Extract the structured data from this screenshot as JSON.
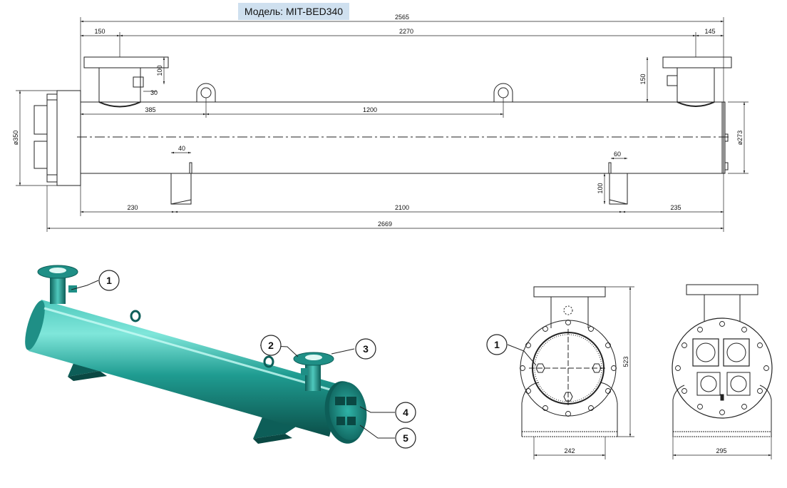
{
  "model": {
    "label": "Модель:",
    "code": "MIT-BED340"
  },
  "side_view": {
    "dims": {
      "total_top": "2565",
      "left_offset": "150",
      "nozzle_spacing": "2270",
      "right_offset": "145",
      "nozzle_height": "100",
      "nozzle_offset": "30",
      "right_nozzle_height": "150",
      "lug_offset": "385",
      "lug_spacing": "1200",
      "diameter_flange": "ø350",
      "diameter_shell": "ø273",
      "support_width_left": "40",
      "support_width_right": "60",
      "support_height": "100",
      "support_left_offset": "230",
      "support_spacing": "2100",
      "support_right_offset": "235",
      "overall_length": "2669"
    }
  },
  "iso_view": {
    "callouts": [
      "1",
      "2",
      "3",
      "4",
      "5"
    ]
  },
  "front_view": {
    "callout": "1",
    "dims": {
      "height": "523",
      "base_width": "242"
    }
  },
  "rear_view": {
    "dims": {
      "base_width": "295"
    }
  },
  "colors": {
    "body": "#1f8f86",
    "highlight": "#6fe0d4",
    "shadow": "#0d5e58",
    "line": "#222222"
  }
}
